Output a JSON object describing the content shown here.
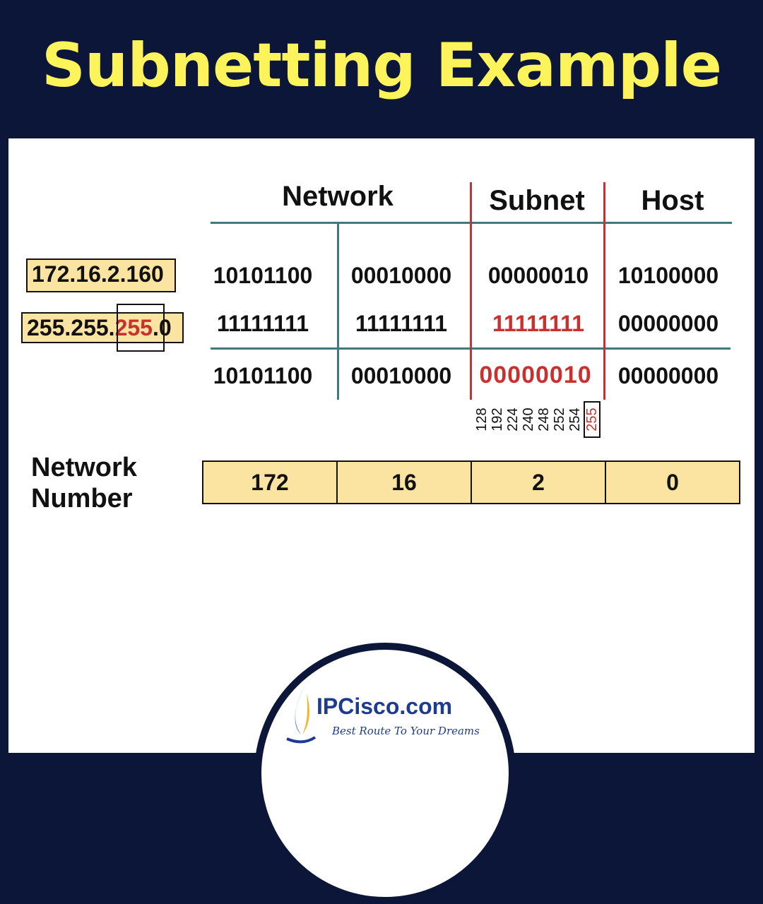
{
  "title": "Subnetting Example",
  "headers": {
    "network": "Network",
    "subnet": "Subnet",
    "host": "Host"
  },
  "ip_address": "172.16.2.160",
  "subnet_mask": {
    "prefix": "255.255.",
    "highlight": "255",
    "suffix": ".0"
  },
  "rows": [
    {
      "id": "ip-binary",
      "octets": [
        "10101100",
        "00010000",
        "00000010",
        "10100000"
      ],
      "red_octet": null
    },
    {
      "id": "mask-binary",
      "octets": [
        "11111111",
        "11111111",
        "11111111",
        "00000000"
      ],
      "red_octet": 2
    },
    {
      "id": "network-binary",
      "octets": [
        "10101100",
        "00010000",
        "00000010",
        "00000000"
      ],
      "red_octet": 2
    }
  ],
  "mask_values": [
    "128",
    "192",
    "224",
    "240",
    "248",
    "252",
    "254",
    "255"
  ],
  "mask_values_highlight": "255",
  "network_number": {
    "label_line1": "Network",
    "label_line2": "Number",
    "octets": [
      "172",
      "16",
      "2",
      "0"
    ]
  },
  "brand": {
    "name": "IPCisco.com",
    "tagline": "Best Route To Your Dreams"
  },
  "colors": {
    "background": "#0c1638",
    "title": "#fdf35a",
    "box_fill": "#fbe3a2",
    "highlight": "#c8312f",
    "divider": "#3f7a7c"
  }
}
